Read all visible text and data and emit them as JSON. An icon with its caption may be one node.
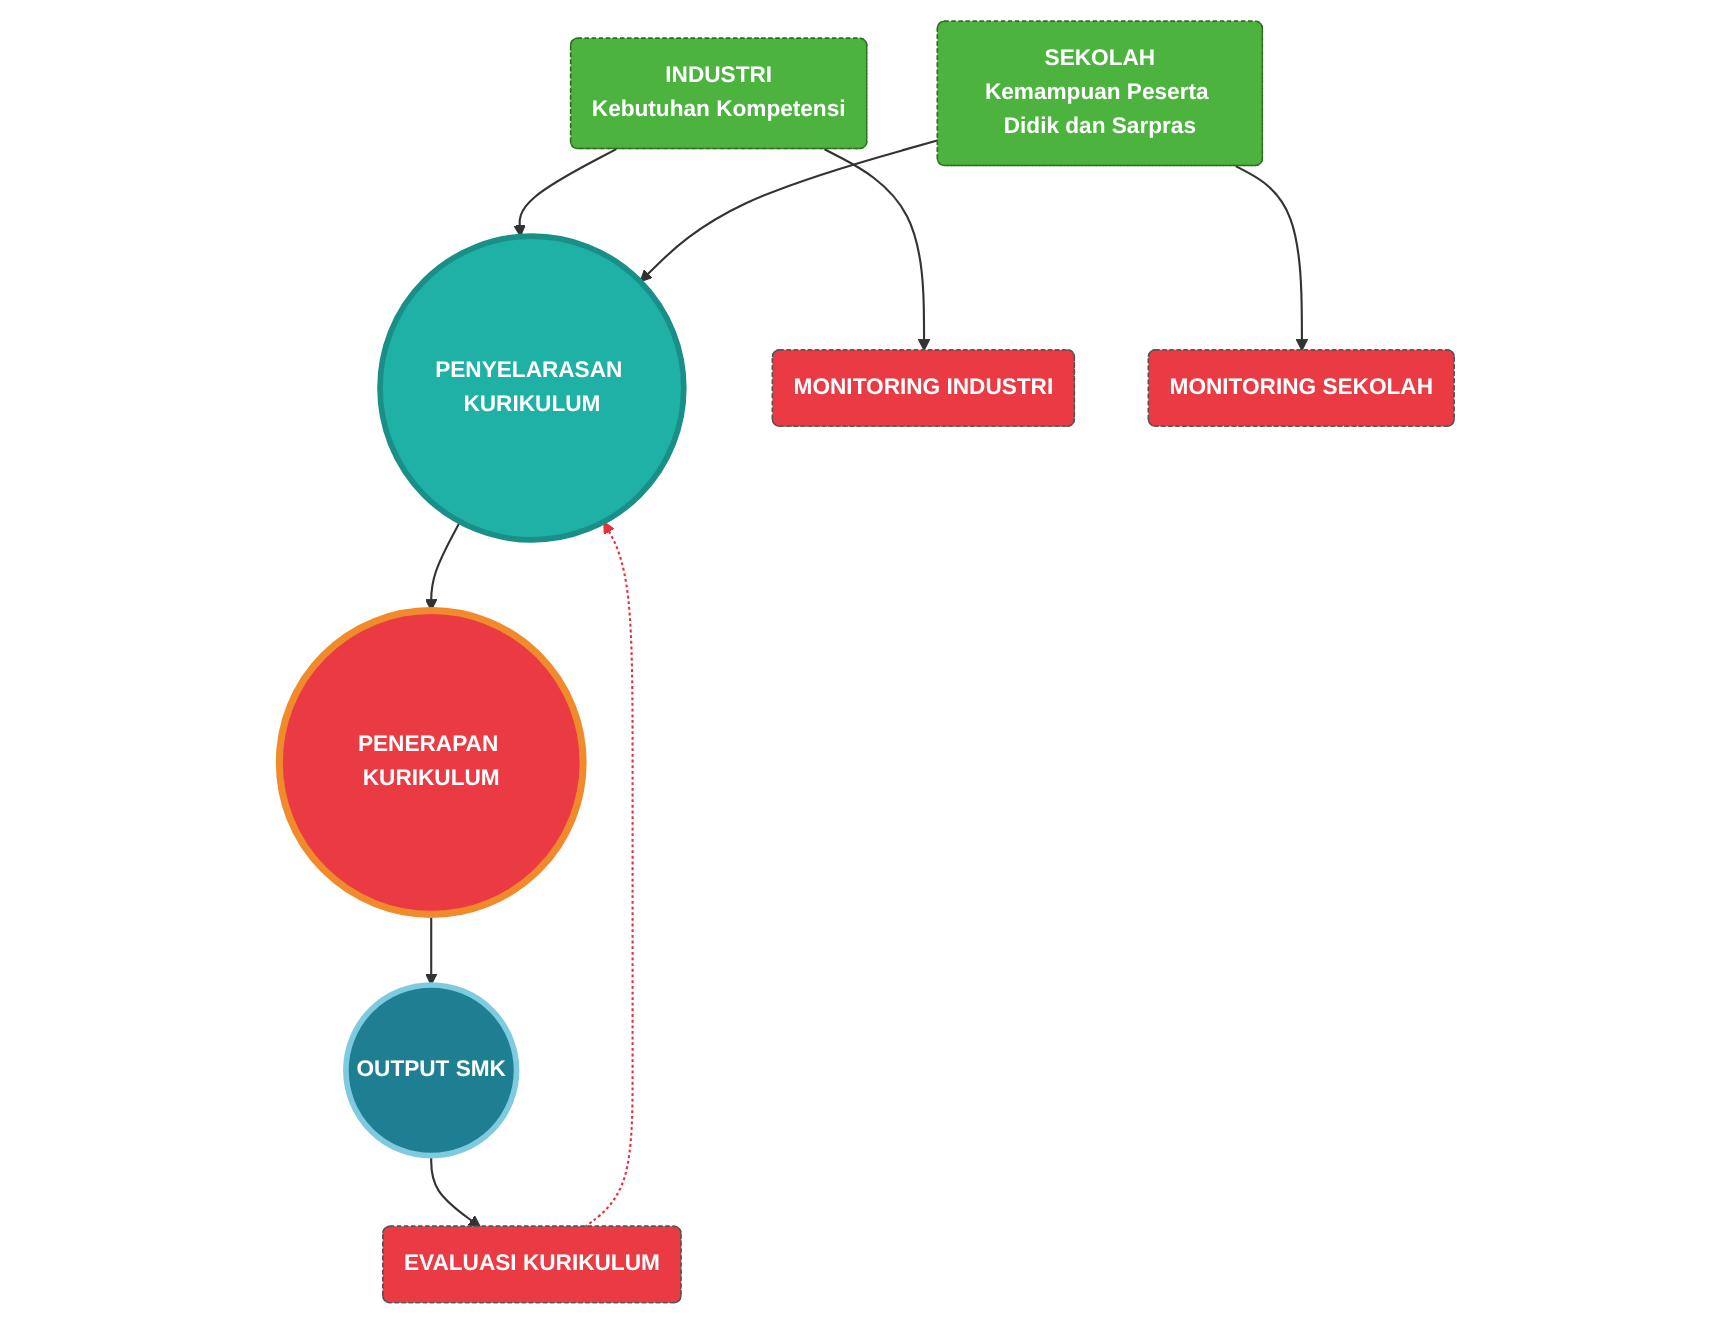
{
  "diagram": {
    "nodes": [
      {
        "text": [
          "INDUSTRI",
          "Kebutuhan Kompetensi"
        ]
      },
      {
        "text": [
          "PENYELARASAN KURIKULUM"
        ]
      },
      {
        "text": [
          "SEKOLAH",
          "Kemampuan Peserta Didik dan Sarpras"
        ]
      },
      {
        "text": [
          "MONITORING INDUSTRI"
        ]
      },
      {
        "text": [
          "PENERAPAN KURIKULUM"
        ]
      },
      {
        "text": [
          "MONITORING SEKOLAH"
        ]
      },
      {
        "text": [
          "OUTPUT SMK"
        ]
      },
      {
        "text": [
          "EVALUASI KURIKULUM"
        ]
      }
    ],
    "edges": [
      {
        "from": 0,
        "to": 1,
        "arrow": "to"
      },
      {
        "from": 2,
        "to": 1,
        "arrow": "to"
      },
      {
        "from": 0,
        "to": 3,
        "arrow": "to"
      },
      {
        "from": 1,
        "to": 4,
        "arrow": "to"
      },
      {
        "from": 2,
        "to": 5,
        "arrow": "to"
      },
      {
        "from": 4,
        "to": 6,
        "arrow": "to"
      },
      {
        "from": 6,
        "to": 7,
        "arrow": "to"
      },
      {
        "from": 7,
        "to": 1,
        "arrow": "to",
        "style": "dashed",
        "color": "#e8303a"
      }
    ]
  }
}
